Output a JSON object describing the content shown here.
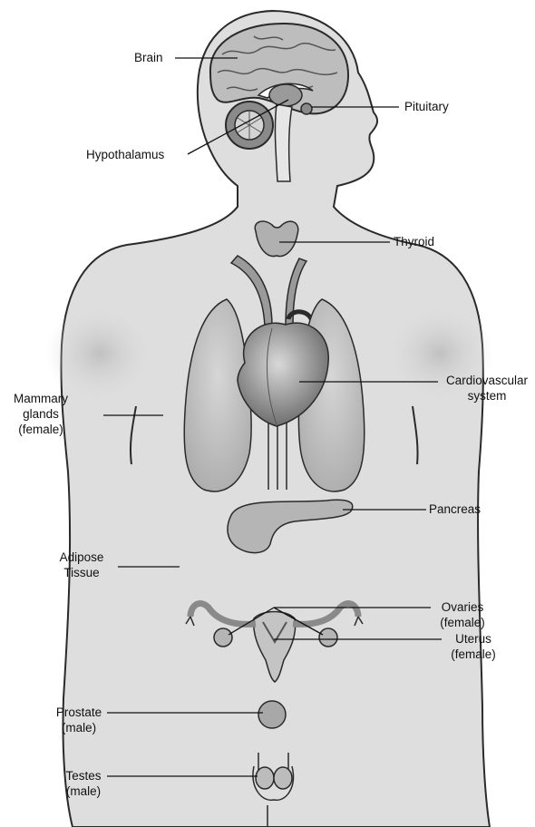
{
  "diagram": {
    "labels": {
      "brain": "Brain",
      "pituitary": "Pituitary",
      "hypothalamus": "Hypothalamus",
      "thyroid": "Thyroid",
      "cardiovascular_line1": "Cardiovascular",
      "cardiovascular_line2": "system",
      "mammary_line1": "Mammary",
      "mammary_line2": "glands",
      "mammary_line3": "(female)",
      "pancreas": "Pancreas",
      "adipose_line1": "Adipose",
      "adipose_line2": "Tissue",
      "ovaries_line1": "Ovaries",
      "ovaries_line2": "(female)",
      "uterus_line1": "Uterus",
      "uterus_line2": "(female)",
      "prostate_line1": "Prostate",
      "prostate_line2": "(male)",
      "testes_line1": "Testes",
      "testes_line2": "(male)"
    },
    "colors": {
      "body_fill": "#dedede",
      "body_outline": "#2a2a2a",
      "organ_fill": "#c8c8c8",
      "organ_dark": "#8c8c8c",
      "leader_line": "#111111"
    }
  }
}
